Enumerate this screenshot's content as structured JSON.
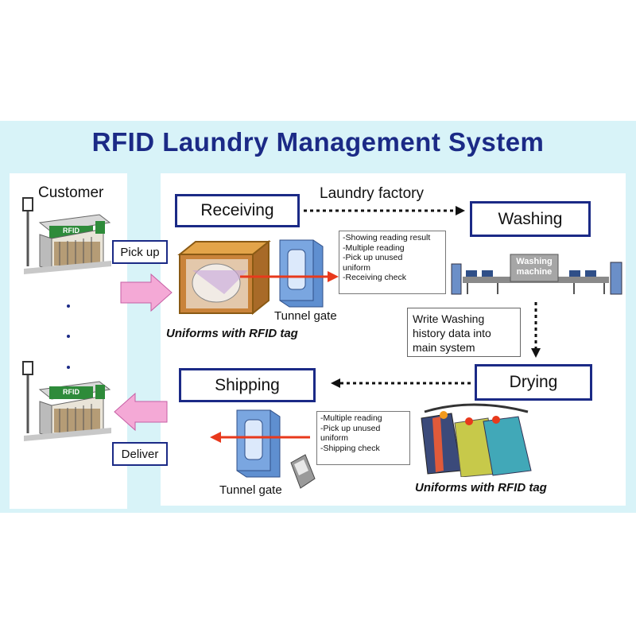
{
  "title": "RFID Laundry Management  System",
  "customer": {
    "label": "Customer",
    "pickup_label": "Pick up",
    "deliver_label": "Deliver",
    "shop_sign_top": "RFID",
    "shop_sign_bottom": "RFID"
  },
  "factory": {
    "label": "Laundry factory",
    "stages": {
      "receiving": "Receiving",
      "washing": "Washing",
      "drying": "Drying",
      "shipping": "Shipping"
    },
    "washing_machine": [
      "Washing",
      "machine"
    ],
    "receiving_notes": [
      "-Showing reading result",
      "-Multiple reading",
      "-Pick up unused",
      " uniform",
      "-Receiving check"
    ],
    "shipping_notes": [
      "-Multiple reading",
      "-Pick up unused",
      " uniform",
      "-Shipping check"
    ],
    "history_note": [
      "Write Washing",
      "history data into",
      "main system"
    ],
    "tunnel_gate_top": "Tunnel gate",
    "tunnel_gate_bottom": "Tunnel gate",
    "uniforms_top": "Uniforms with RFID tag",
    "uniforms_bottom": "Uniforms with RFID tag"
  },
  "colors": {
    "title": "#1b2a86",
    "band": "#d8f3f8",
    "stage_border": "#1b2a86",
    "pink_arrow": "#f4a9d6",
    "red_arrow": "#e8391c"
  }
}
